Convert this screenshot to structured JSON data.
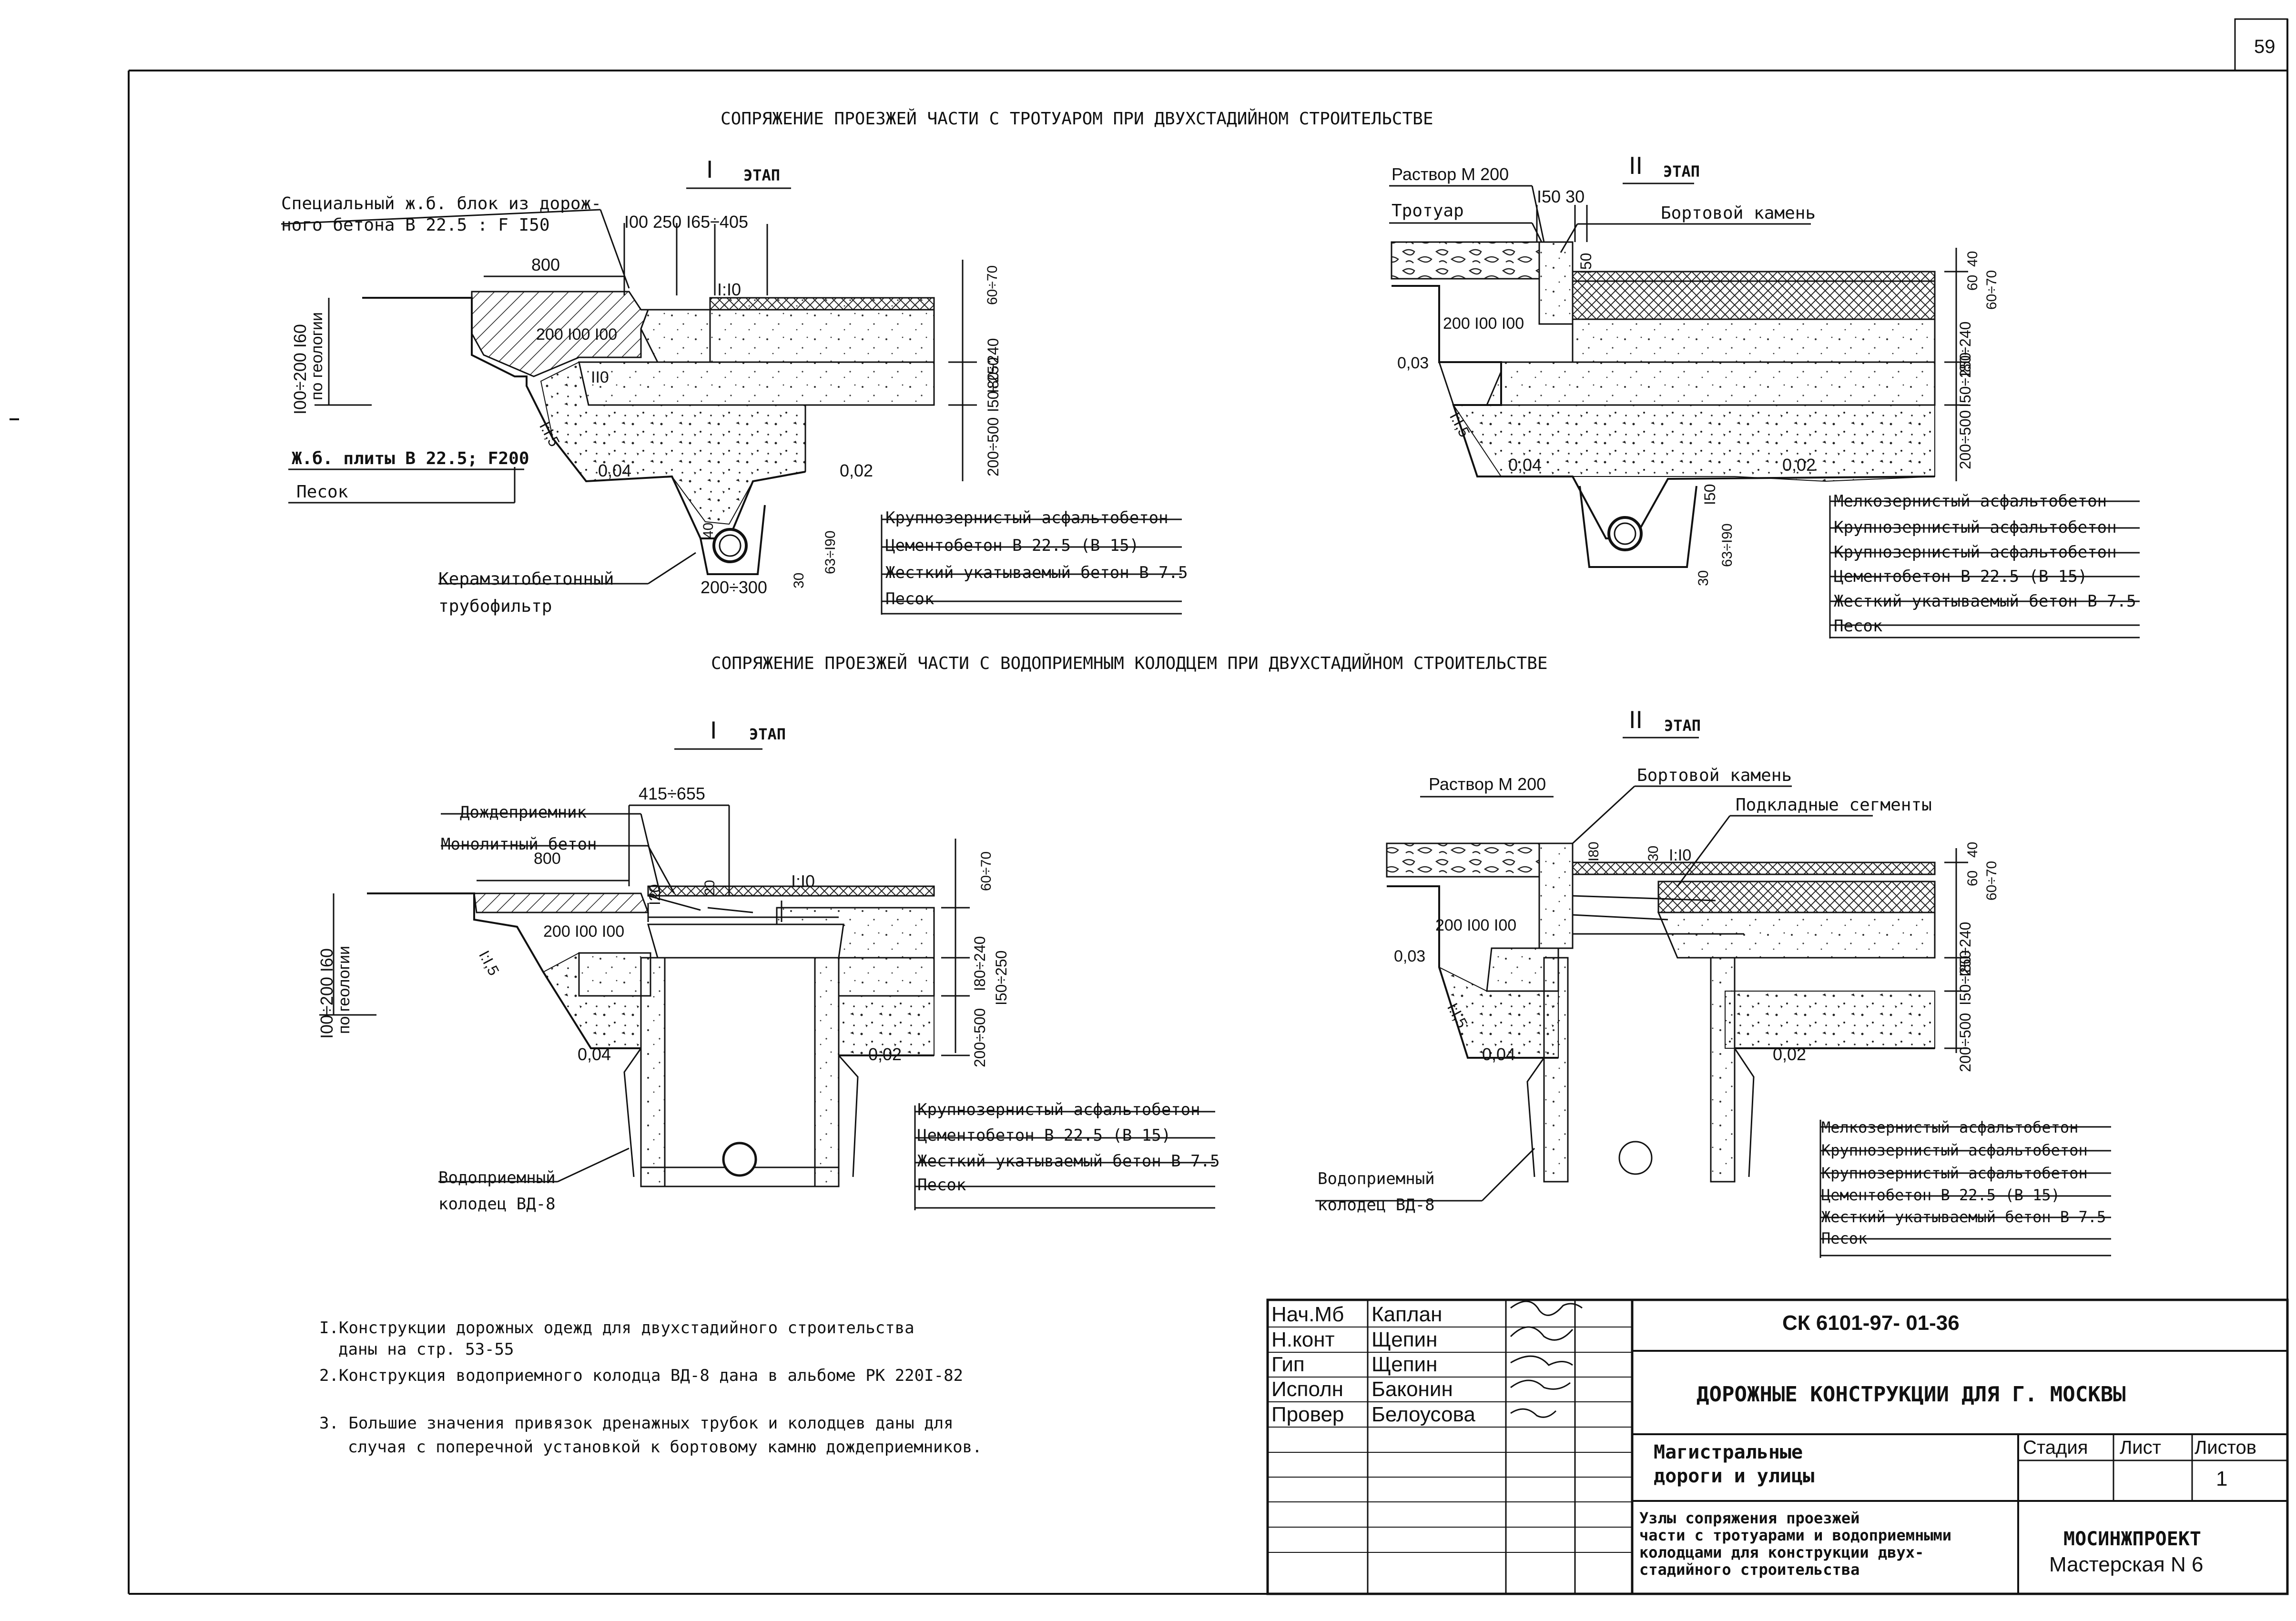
{
  "page_number": "59",
  "titles": {
    "sidewalk_joint": "СОПРЯЖЕНИЕ ПРОЕЗЖЕЙ ЧАСТИ С ТРОТУАРОМ ПРИ ДВУХСТАДИЙНОМ СТРОИТЕЛЬСТВЕ",
    "well_joint": "СОПРЯЖЕНИЕ ПРОЕЗЖЕЙ ЧАСТИ С ВОДОПРИЕМНЫМ КОЛОДЦЕМ ПРИ ДВУХСТАДИЙНОМ СТРОИТЕЛЬСТВЕ"
  },
  "stages": {
    "stage1": "I",
    "stage2": "II",
    "label": "ЭТАП"
  },
  "panel_tl": {
    "block_label_1": "Специальный ж.б. блок из дорож-",
    "block_label_2": "ного бетона В 22.5 : F I50",
    "dim_800": "800",
    "dim_top": "I00 250 I65÷405",
    "slope": "I:I0",
    "dim_200_100_100": "200 I00 I00",
    "dim_110": "II0",
    "dim_left_1": "I00÷200 I60",
    "dim_left_2": "по геологии",
    "dim_right_1": "60÷70",
    "dim_right_2": "I80÷240",
    "dim_right_3": "I50÷250",
    "dim_right_4": "200÷500",
    "plate": "Ж.б. плиты В 22.5; F200",
    "sand": "Песок",
    "slope_004": "0,04",
    "slope_002": "0,02",
    "slope_15": "I:I,5",
    "dim_40": "40",
    "dim_63": "63÷I90",
    "dim_30": "30",
    "dim_pipe": "200÷300",
    "filter_1": "Керамзитобетонный",
    "filter_2": "трубофильтр",
    "legend": [
      "Крупнозернистый асфальтобетон",
      "Цементобетон В 22.5 (В 15)",
      "Жесткий укатываемый бетон В 7.5",
      "Песок"
    ]
  },
  "panel_tr": {
    "mortar": "Раствор М 200",
    "dims_top": "I50 30",
    "sidewalk": "Тротуар",
    "curb": "Бортовой камень",
    "dim_150": "I50",
    "dim_200_100_100": "200 I00 I00",
    "slope_003": "0,03",
    "slope_15": "I:I,5",
    "slope_004": "0,04",
    "slope_002": "0,02",
    "dim_right_1": "40",
    "dim_right_2": "60",
    "dim_right_3": "60÷70",
    "dim_right_4": "I80÷240",
    "dim_right_5": "I50÷250",
    "dim_right_6": "200÷500",
    "dim_150b": "I50",
    "dim_63": "63÷I90",
    "dim_30": "30",
    "legend": [
      "Мелкозернистый асфальтобетон",
      "Крупнозернистый асфальтобетон",
      "Крупнозернистый асфальтобетон",
      "Цементобетон В 22.5 (В 15)",
      "Жесткий укатываемый бетон В 7.5",
      "Песок"
    ]
  },
  "panel_bl": {
    "rain_inlet": "Дождеприемник",
    "monolith": "Монолитный бетон",
    "dim_top": "415÷655",
    "dim_800": "800",
    "dim_120": "I20",
    "dim_20": "20",
    "slope": "I:I0",
    "dim_200_100_100": "200 I00 I00",
    "dim_left_1": "I00÷200 I60",
    "dim_left_2": "по геологии",
    "slope_004": "0,04",
    "slope_002": "0,02",
    "slope_15": "I:I,5",
    "dim_right_1": "60÷70",
    "dim_right_2": "I80÷240",
    "dim_right_3": "I50÷250",
    "dim_right_4": "200÷500",
    "well_1": "Водоприемный",
    "well_2": "колодец ВД-8",
    "legend": [
      "Крупнозернистый асфальтобетон",
      "Цементобетон В 22.5 (В 15)",
      "Жесткий укатываемый бетон В 7.5",
      "Песок"
    ]
  },
  "panel_br": {
    "mortar": "Раствор М 200",
    "curb": "Бортовой камень",
    "segments": "Подкладные сегменты",
    "dim_180": "I80",
    "dim_30": "30",
    "slope": "I:I0",
    "dim_200_100_100": "200 I00 I00",
    "slope_003": "0,03",
    "slope_15": "I:I,5",
    "slope_004": "0,04",
    "slope_002": "0,02",
    "dim_right_1": "40",
    "dim_right_2": "60",
    "dim_right_3": "60÷70",
    "dim_right_4": "I80÷240",
    "dim_right_5": "I50÷250",
    "dim_right_6": "200÷500",
    "well_1": "Водоприемный",
    "well_2": "колодец ВД-8",
    "legend": [
      "Мелкозернистый асфальтобетон",
      "Крупнозернистый асфальтобетон",
      "Крупнозернистый асфальтобетон",
      "Цементобетон В 22.5 (В 15)",
      "Жесткий укатываемый бетон В 7.5",
      "Песок"
    ]
  },
  "notes": {
    "n1_a": "I.Конструкции дорожных одежд для двухстадийного строительства",
    "n1_b": "даны на стр. 53-55",
    "n2": "2.Конструкция водоприемного колодца ВД-8 дана в альбоме РК 220I-82",
    "n3_a": "3. Большие значения привязок дренажных трубок и колодцев даны для",
    "n3_b": "случая с поперечной установкой к бортовому камню дождеприемников."
  },
  "title_block": {
    "roles": [
      "Нач.Мб",
      "Н.конт",
      "Гип",
      "Исполн",
      "Провер"
    ],
    "names": [
      "Каплан",
      "Щепин",
      "Щепин",
      "Баконин",
      "Белоусова"
    ],
    "doc_code": "СК 6101-97- 01-36",
    "org_title": "ДОРОЖНЫЕ КОНСТРУКЦИИ ДЛЯ Г. МОСКВЫ",
    "section_1": "Магистральные",
    "section_2": "дороги и улицы",
    "col_stage": "Стадия",
    "col_sheet": "Лист",
    "col_sheets": "Листов",
    "sheet_value": "1",
    "desc": [
      "Узлы сопряжения проезжей",
      "части с тротуарами и водоприемными",
      "колодцами для конструкции двух-",
      "стадийного строительства"
    ],
    "company": "МОСИНЖПРОЕКТ",
    "workshop": "Мастерская N 6"
  }
}
